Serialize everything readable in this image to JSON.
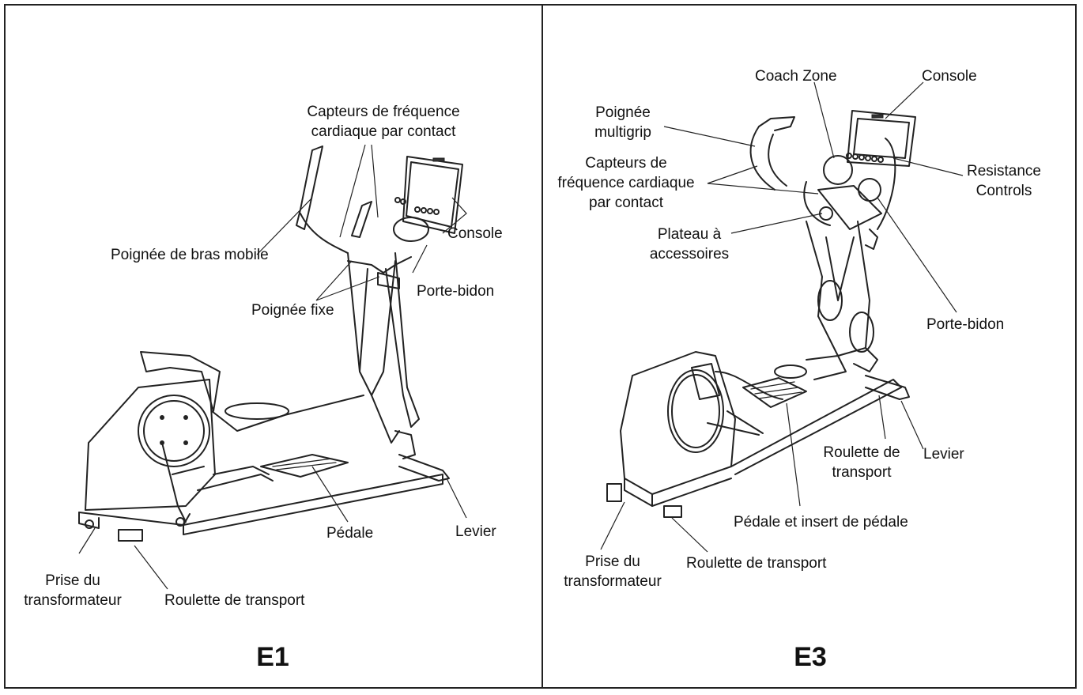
{
  "panels": [
    {
      "title": "E1",
      "labels": {
        "heart_sensors": "Capteurs de fréquence\ncardiaque par contact",
        "arm_handle": "Poignée de bras mobile",
        "console": "Console",
        "bottle_holder": "Porte-bidon",
        "fixed_handle": "Poignée fixe",
        "pedal": "Pédale",
        "lever": "Levier",
        "power_jack": "Prise du\ntransformateur",
        "transport_wheel": "Roulette de transport"
      }
    },
    {
      "title": "E3",
      "labels": {
        "coach_zone": "Coach Zone",
        "console": "Console",
        "multigrip": "Poignée\nmultigrip",
        "heart_sensors": "Capteurs de\nfréquence cardiaque\npar contact",
        "resistance": "Resistance\nControls",
        "tray": "Plateau à\naccessoires",
        "bottle_holder": "Porte-bidon",
        "transport_wheel_mid": "Roulette de\ntransport",
        "lever": "Levier",
        "pedal_insert": "Pédale et insert de pédale",
        "power_jack": "Prise du\ntransformateur",
        "transport_wheel": "Roulette de transport"
      }
    }
  ]
}
